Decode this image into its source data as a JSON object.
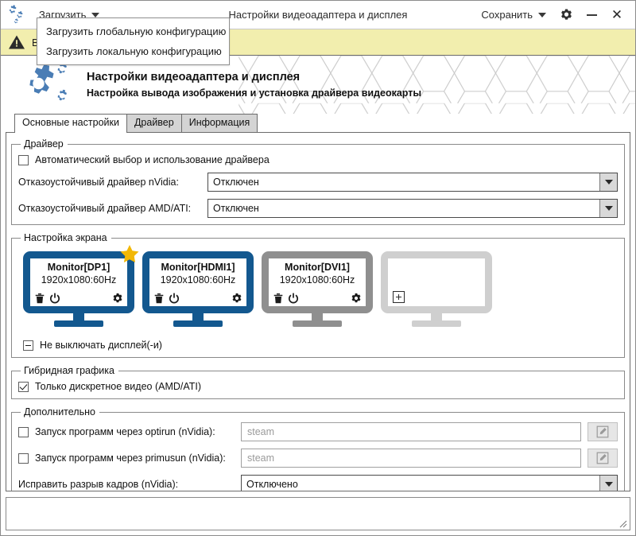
{
  "titlebar": {
    "app_icon": "gears-icon",
    "load_menu_label": "Загрузить",
    "window_title": "Настройки видеоадаптера и дисплея",
    "save_menu_label": "Сохранить",
    "settings_icon": "gear-icon",
    "minimize_icon": "minimize-icon",
    "close_icon": "close-icon"
  },
  "dropdown": {
    "items": [
      {
        "label": "Загрузить глобальную конфигурацию"
      },
      {
        "label": "Загрузить локальную конфигурацию"
      }
    ]
  },
  "warning": {
    "icon": "warning-triangle-icon",
    "text": "В",
    "background": "#f2eeae"
  },
  "banner": {
    "icon": "gears-icon",
    "title": "Настройки видеоадаптера и дисплея",
    "subtitle": "Настройка вывода изображения и установка драйвера видеокарты"
  },
  "tabs": [
    {
      "label": "Основные настройки",
      "active": true
    },
    {
      "label": "Драйвер",
      "active": false
    },
    {
      "label": "Информация",
      "active": false
    }
  ],
  "driver_group": {
    "legend": "Драйвер",
    "auto_checkbox": {
      "label": "Автоматический выбор и использование драйвера",
      "checked": false
    },
    "nvidia": {
      "label": "Отказоустойчивый драйвер nVidia:",
      "value": "Отключен"
    },
    "amd": {
      "label": "Отказоустойчивый драйвер AMD/ATI:",
      "value": "Отключен"
    }
  },
  "screen_group": {
    "legend": "Настройка экрана",
    "monitors": [
      {
        "name": "Monitor[DP1]",
        "resolution": "1920x1080:60Hz",
        "state": "primary",
        "primary_star": true,
        "delete_icon": "trash-icon",
        "power_icon": "power-icon",
        "settings_icon": "gear-icon"
      },
      {
        "name": "Monitor[HDMI1]",
        "resolution": "1920x1080:60Hz",
        "state": "active",
        "primary_star": false,
        "delete_icon": "trash-icon",
        "power_icon": "power-icon",
        "settings_icon": "gear-icon"
      },
      {
        "name": "Monitor[DVI1]",
        "resolution": "1920x1080:60Hz",
        "state": "disabled",
        "primary_star": false,
        "delete_icon": "trash-icon",
        "power_icon": "power-icon",
        "settings_icon": "gear-icon"
      },
      {
        "name": "",
        "resolution": "",
        "state": "empty",
        "primary_star": false,
        "add_icon": "plus-icon"
      }
    ],
    "keep_on_checkbox": {
      "label": "Не выключать дисплей(-и)",
      "state": "partial"
    }
  },
  "hybrid_group": {
    "legend": "Гибридная графика",
    "discrete_checkbox": {
      "label": "Только дискретное видео (AMD/ATI)",
      "checked": true
    }
  },
  "advanced_group": {
    "legend": "Дополнительно",
    "optirun": {
      "label": "Запуск программ через optirun (nVidia):",
      "checked": false,
      "placeholder": "steam",
      "edit_icon": "pencil-edit-icon"
    },
    "primusrun": {
      "label": "Запуск программ через primusun (nVidia):",
      "checked": false,
      "placeholder": "steam",
      "edit_icon": "pencil-edit-icon"
    },
    "vsync": {
      "label": "Исправить разрыв кадров (nVidia):",
      "value": "Отключено"
    }
  },
  "statusbar": {
    "resize_grip_icon": "resize-grip-icon"
  },
  "colors": {
    "monitor_active": "#13588f",
    "monitor_disabled": "#8f8f8f",
    "monitor_empty": "#cfcfcf",
    "star": "#f2b705",
    "warning_bg": "#f2eeae",
    "accent_icon": "#4a7db5"
  }
}
